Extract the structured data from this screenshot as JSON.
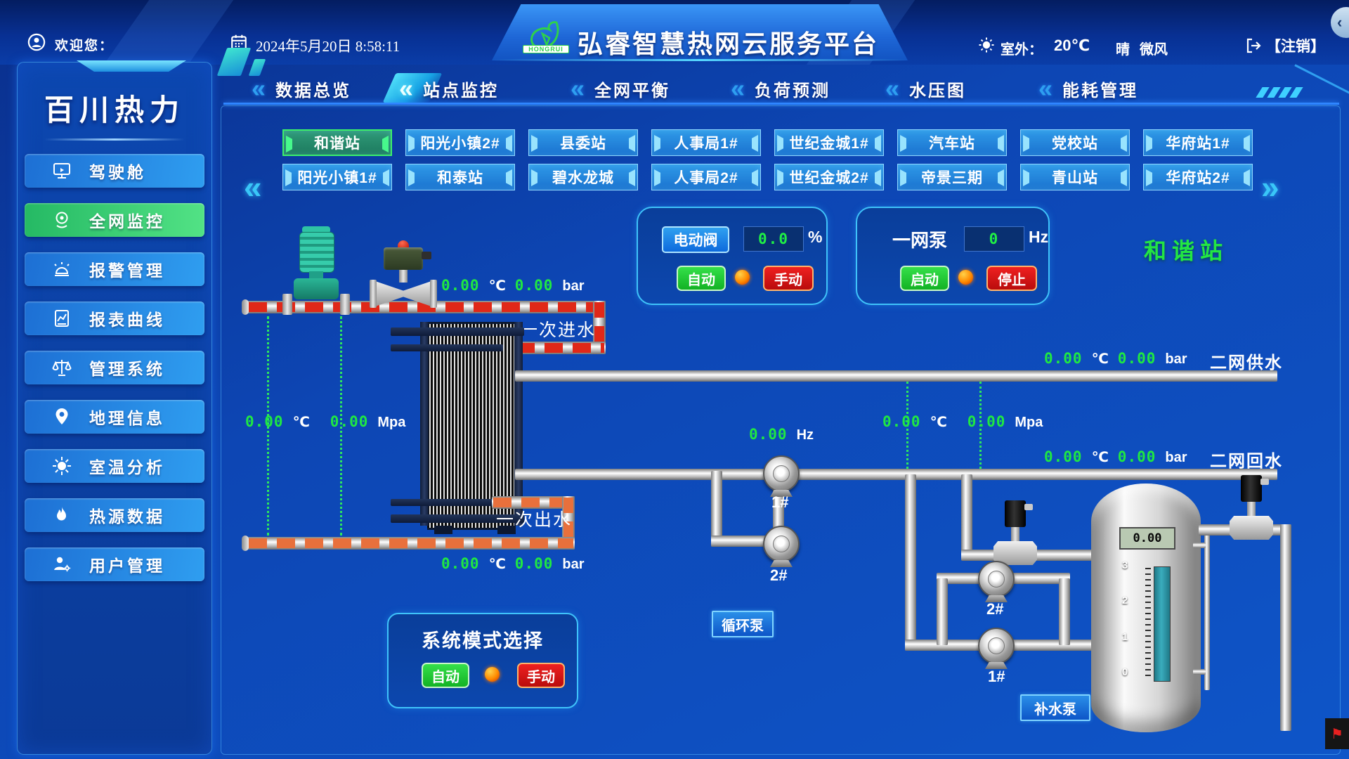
{
  "header": {
    "welcome": "欢迎您：",
    "date": "2024年5月20日 8:58:11",
    "title": "弘睿智慧热网云服务平台",
    "logo_text": "HONGRUI",
    "outdoor_label": "室外：",
    "outdoor_temp": "20℃",
    "weather": "晴",
    "wind": "微风",
    "logout_label": "【注销】",
    "collapse_glyph": "‹"
  },
  "tabs": [
    {
      "label": "数据总览",
      "active": false
    },
    {
      "label": "站点监控",
      "active": true
    },
    {
      "label": "全网平衡",
      "active": false
    },
    {
      "label": "负荷预测",
      "active": false
    },
    {
      "label": "水压图",
      "active": false
    },
    {
      "label": "能耗管理",
      "active": false
    }
  ],
  "sidebar": {
    "company": "百川热力",
    "items": [
      {
        "label": "驾驶舱",
        "icon": "dashboard-monitor-icon",
        "active": false
      },
      {
        "label": "全网监控",
        "icon": "camera-icon",
        "active": true
      },
      {
        "label": "报警管理",
        "icon": "alarm-icon",
        "active": false
      },
      {
        "label": "报表曲线",
        "icon": "report-curve-icon",
        "active": false
      },
      {
        "label": "管理系统",
        "icon": "scale-icon",
        "active": false
      },
      {
        "label": "地理信息",
        "icon": "location-pin-icon",
        "active": false
      },
      {
        "label": "室温分析",
        "icon": "sun-icon",
        "active": false
      },
      {
        "label": "热源数据",
        "icon": "flame-icon",
        "active": false
      },
      {
        "label": "用户管理",
        "icon": "user-gear-icon",
        "active": false
      }
    ]
  },
  "stations": {
    "pager_left": "«",
    "pager_right": "»",
    "row1": [
      {
        "label": "和谐站",
        "active": true
      },
      {
        "label": "阳光小镇2#",
        "active": false
      },
      {
        "label": "县委站",
        "active": false
      },
      {
        "label": "人事局1#",
        "active": false
      },
      {
        "label": "世纪金城1#",
        "active": false
      },
      {
        "label": "汽车站",
        "active": false
      },
      {
        "label": "党校站",
        "active": false
      },
      {
        "label": "华府站1#",
        "active": false
      }
    ],
    "row2": [
      {
        "label": "阳光小镇1#",
        "active": false
      },
      {
        "label": "和泰站",
        "active": false
      },
      {
        "label": "碧水龙城",
        "active": false
      },
      {
        "label": "人事局2#",
        "active": false
      },
      {
        "label": "世纪金城2#",
        "active": false
      },
      {
        "label": "帝景三期",
        "active": false
      },
      {
        "label": "青山站",
        "active": false
      },
      {
        "label": "华府站2#",
        "active": false
      }
    ]
  },
  "panels": {
    "valve": {
      "title": "电动阀",
      "value": "0.0",
      "unit": "%",
      "auto_label": "自动",
      "manual_label": "手动"
    },
    "net_pump": {
      "title": "一网泵",
      "value": "0",
      "unit": "Hz",
      "start_label": "启动",
      "stop_label": "停止"
    },
    "mode": {
      "title": "系统模式选择",
      "auto_label": "自动",
      "manual_label": "手动"
    },
    "current_station": "和谐站"
  },
  "scada": {
    "primary_in": {
      "label": "一次进水",
      "temp": "0.00",
      "temp_unit": "℃",
      "pressure": "0.00",
      "pressure_unit": "bar"
    },
    "primary_out": {
      "label": "一次出水",
      "temp": "0.00",
      "temp_unit": "℃",
      "pressure": "0.00",
      "pressure_unit": "bar"
    },
    "primary_sensors": {
      "temp": "0.00",
      "temp_unit": "℃",
      "pressure": "0.00",
      "pressure_unit": "Mpa"
    },
    "secondary_supply": {
      "label": "二网供水",
      "temp": "0.00",
      "temp_unit": "℃",
      "pressure": "0.00",
      "pressure_unit": "bar"
    },
    "secondary_return": {
      "label": "二网回水",
      "temp": "0.00",
      "temp_unit": "℃",
      "pressure": "0.00",
      "pressure_unit": "bar"
    },
    "secondary_sensors": {
      "temp": "0.00",
      "temp_unit": "℃",
      "pressure": "0.00",
      "pressure_unit": "Mpa"
    },
    "circ_freq": {
      "value": "0.00",
      "unit": "Hz"
    },
    "circ_pump_label": "循环泵",
    "makeup_pump_label": "补水泵",
    "circ_pump1": "1#",
    "circ_pump2": "2#",
    "makeup_pump1": "1#",
    "makeup_pump2": "2#",
    "tank": {
      "display": "0.00",
      "scale": [
        "3",
        "2",
        "1",
        "0"
      ]
    }
  },
  "colors": {
    "accent_cyan": "#49c7ff",
    "value_green": "#1fe743",
    "active_green": "#3cf06a",
    "led_orange": "#ff8a00",
    "button_green": "#22c93a",
    "button_red": "#d51212"
  }
}
